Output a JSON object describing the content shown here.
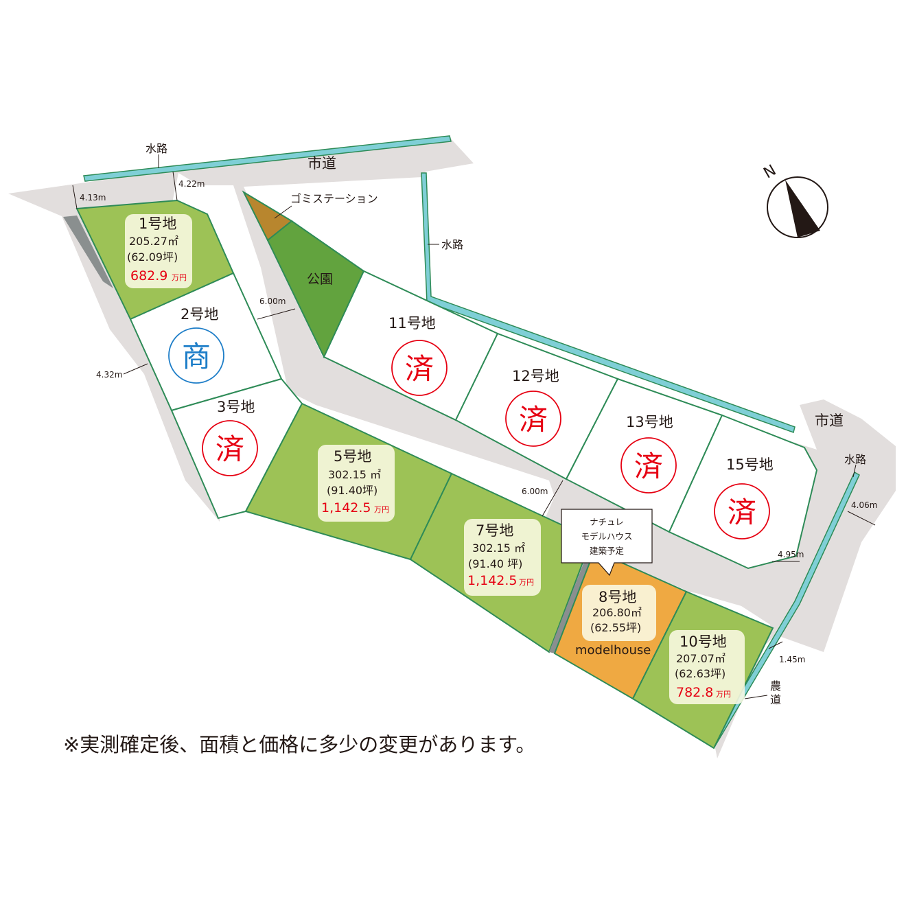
{
  "roads": {
    "city_road_top": "市道",
    "city_road_right": "市道",
    "farm_road": "農道"
  },
  "water": {
    "top_left": "水路",
    "middle": "水路",
    "right": "水路"
  },
  "facilities": {
    "garbage_station": "ゴミステーション",
    "park": "公園"
  },
  "dimensions": {
    "d1": "4.13m",
    "d2": "4.22m",
    "d3": "6.00m",
    "d4": "4.32m",
    "d5": "6.00m",
    "d6": "4.95m",
    "d7": "4.06m",
    "d8": "1.45m"
  },
  "lots": {
    "lot1": {
      "label": "1号地",
      "area_m2": "205.27㎡",
      "area_tsubo": "(62.09坪)",
      "price": "682.9",
      "unit": "万円"
    },
    "lot2": {
      "label": "2号地",
      "status": "商"
    },
    "lot3": {
      "label": "3号地",
      "status": "済"
    },
    "lot5": {
      "label": "5号地",
      "area_m2": "302.15 ㎡",
      "area_tsubo": "(91.40坪)",
      "price": "1,142.5",
      "unit": "万円"
    },
    "lot7": {
      "label": "7号地",
      "area_m2": "302.15 ㎡",
      "area_tsubo": "(91.40 坪)",
      "price": "1,142.5",
      "unit": "万円"
    },
    "lot8": {
      "label": "8号地",
      "area_m2": "206.80㎡",
      "area_tsubo": "(62.55坪)",
      "note": "modelhouse"
    },
    "lot10": {
      "label": "10号地",
      "area_m2": "207.07㎡",
      "area_tsubo": "(62.63坪)",
      "price": "782.8",
      "unit": "万円"
    },
    "lot11": {
      "label": "11号地",
      "status": "済"
    },
    "lot12": {
      "label": "12号地",
      "status": "済"
    },
    "lot13": {
      "label": "13号地",
      "status": "済"
    },
    "lot15": {
      "label": "15号地",
      "status": "済"
    }
  },
  "callout": {
    "line1": "ナチュレ",
    "line2": "モデルハウス",
    "line3": "建築予定"
  },
  "compass": {
    "label": "N"
  },
  "footnote": "※実測確定後、面積と価格に多少の変更があります。",
  "colors": {
    "road": "#e2dedd",
    "lot_available": "#9dc256",
    "lot_modelhouse": "#efa942",
    "park": "#62a33e",
    "water": "#7fcfd6",
    "sold": "#e60012",
    "commercial": "#1e7ec8"
  }
}
